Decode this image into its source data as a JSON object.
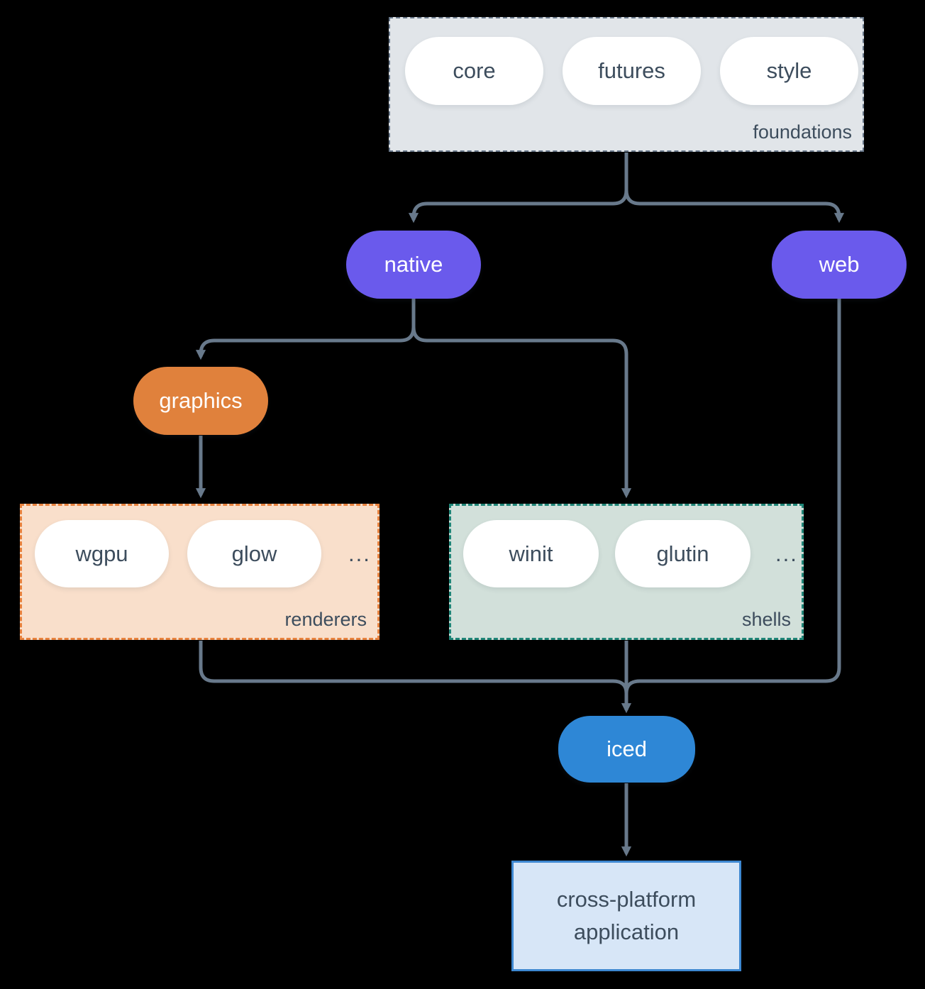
{
  "diagram": {
    "foundations": {
      "label": "foundations",
      "items": [
        "core",
        "futures",
        "style"
      ]
    },
    "native": {
      "label": "native"
    },
    "web": {
      "label": "web"
    },
    "graphics": {
      "label": "graphics"
    },
    "renderers": {
      "label": "renderers",
      "items": [
        "wgpu",
        "glow"
      ],
      "more": "..."
    },
    "shells": {
      "label": "shells",
      "items": [
        "winit",
        "glutin"
      ],
      "more": "..."
    },
    "iced": {
      "label": "iced"
    },
    "application": {
      "label": "cross-platform application"
    }
  },
  "colors": {
    "background": "#000000",
    "connector": "#68798B",
    "node_purple": "#6A5AEC",
    "node_orange": "#E0813C",
    "node_blue": "#2E87D6",
    "node_white": "#FFFFFF",
    "foundations_bg": "#E1E5E9",
    "foundations_border": "#69788A",
    "renderers_bg": "#F9DFCB",
    "renderers_border": "#E8823E",
    "shells_bg": "#D2E0DA",
    "shells_border": "#1F8577",
    "application_bg": "#D7E6F7",
    "application_border": "#3E88D1",
    "text_dark": "#3D4D5D",
    "text_light": "#FFFFFF"
  }
}
